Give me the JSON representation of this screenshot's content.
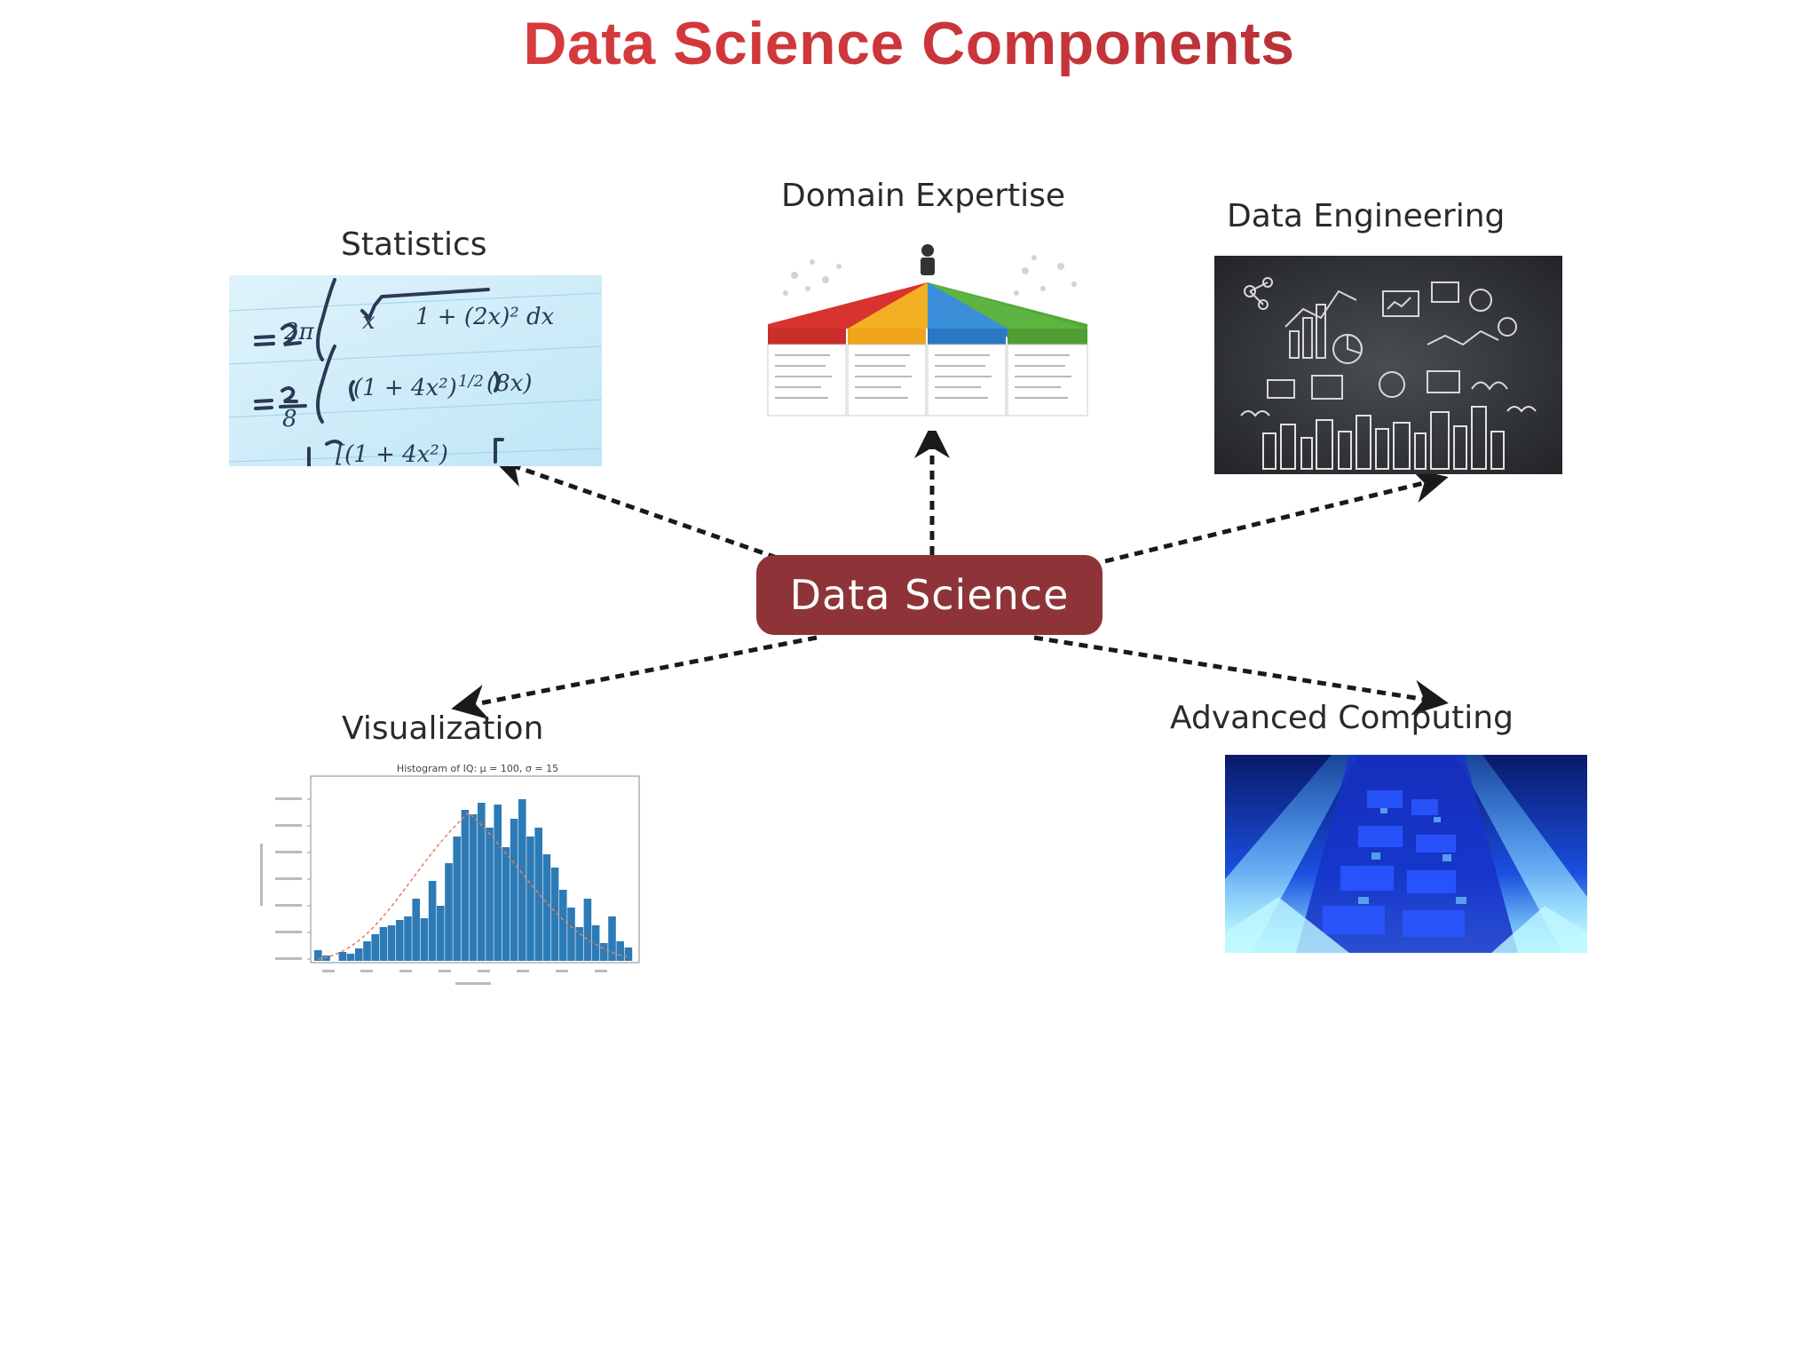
{
  "page": {
    "title": "Data Science Components"
  },
  "center": {
    "label": "Data Science"
  },
  "components": {
    "statistics": {
      "label": "Statistics"
    },
    "domain_expertise": {
      "label": "Domain Expertise"
    },
    "data_engineering": {
      "label": "Data Engineering"
    },
    "visualization": {
      "label": "Visualization"
    },
    "advanced_computing": {
      "label": "Advanced Computing"
    }
  },
  "thumbnails": {
    "histogram_title": "Histogram of IQ: μ = 100, σ = 15"
  },
  "colors": {
    "title_gradient": [
      "#e8413e",
      "#9a2b33"
    ],
    "center_box": "#8e3438",
    "arrow": "#1a1a1a",
    "histogram_bar": "#2c7bb6"
  }
}
